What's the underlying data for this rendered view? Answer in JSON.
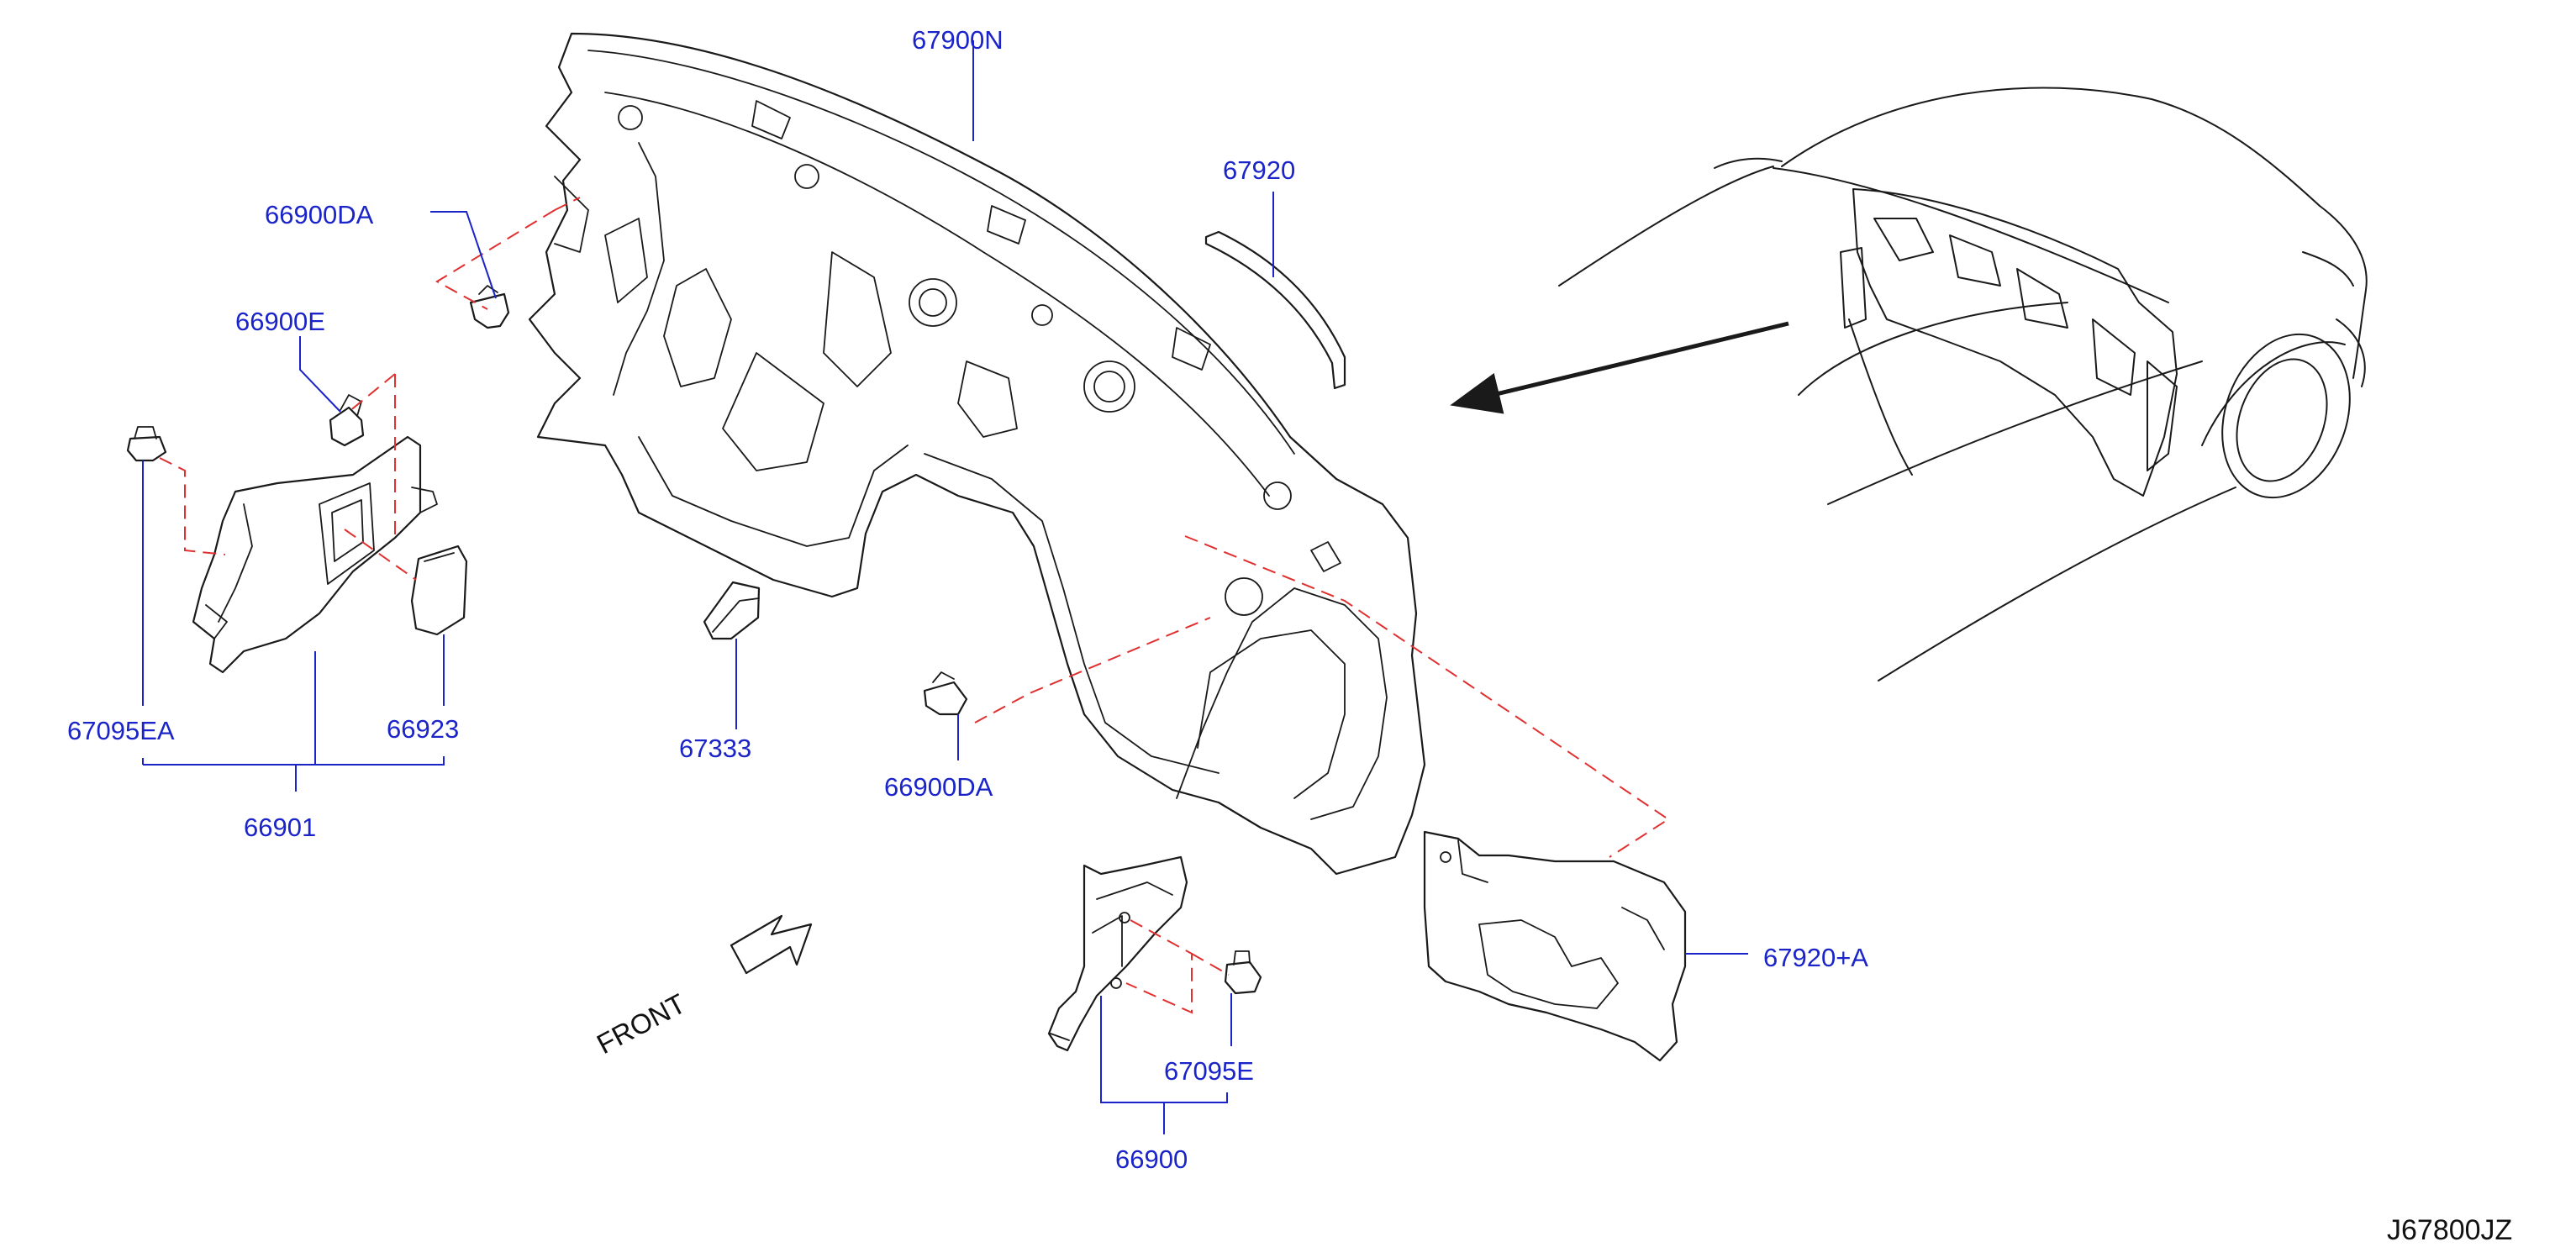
{
  "diagram": {
    "reference_code": "J67800JZ",
    "front_label": "FRONT",
    "colors": {
      "label": "#1a24c8",
      "leader": "#1a24c8",
      "dashed_guide": "#e03030",
      "outline": "#1a1a1a"
    },
    "callouts": {
      "c_67900N": "67900N",
      "c_67920": "67920",
      "c_66900DA_top": "66900DA",
      "c_66900E": "66900E",
      "c_67095EA": "67095EA",
      "c_66923": "66923",
      "c_66901": "66901",
      "c_67333": "67333",
      "c_66900DA_mid": "66900DA",
      "c_67920A": "67920+A",
      "c_67095E": "67095E",
      "c_66900": "66900"
    },
    "icons": [
      "front-arrow-icon",
      "location-arrow-icon"
    ]
  }
}
